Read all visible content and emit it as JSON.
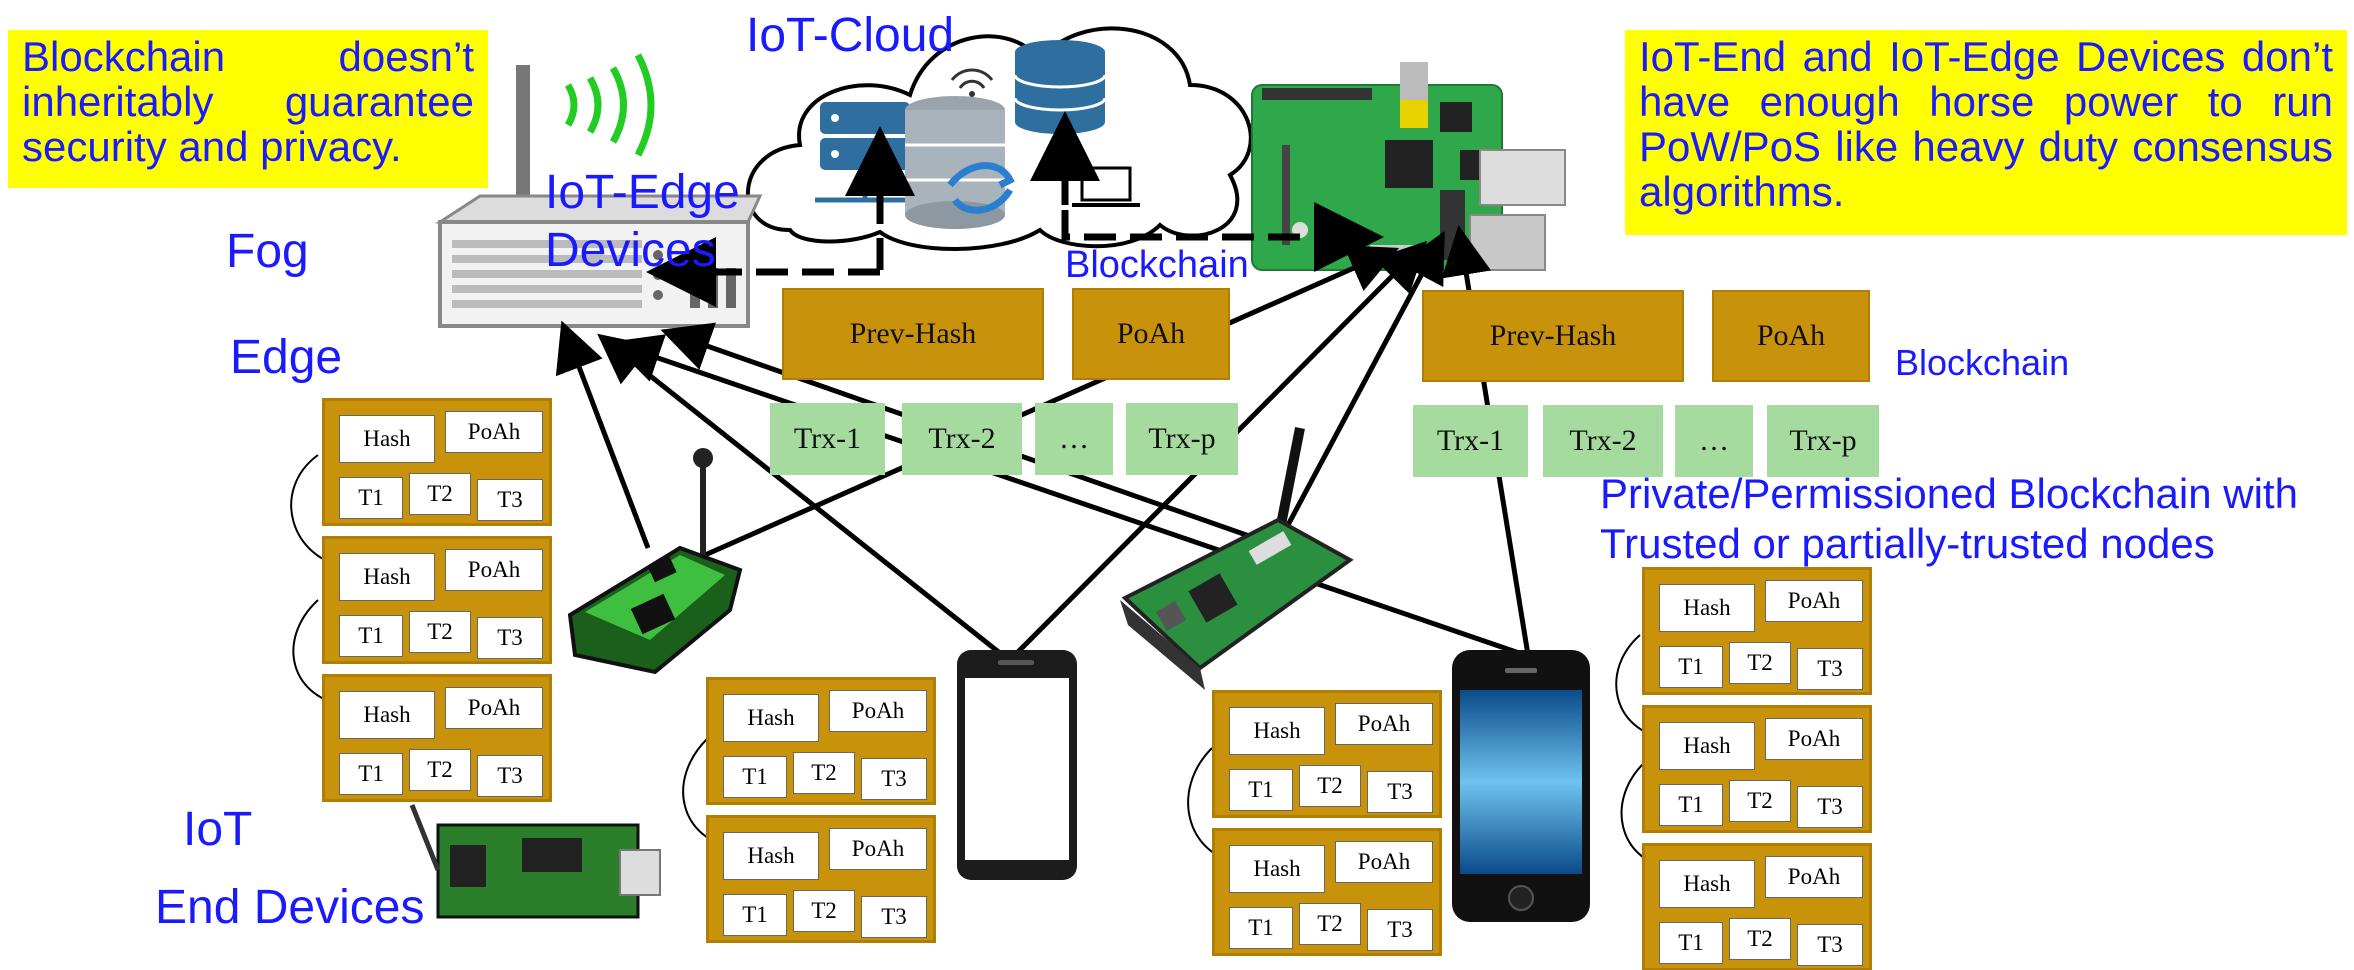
{
  "notes": {
    "security": "Blockchain doesn’t inheritably guarantee security and privacy.",
    "horsepower": "IoT-End and IoT-Edge Devices don’t have enough horse power to run PoW/PoS like heavy duty consensus algorithms."
  },
  "tiers": {
    "cloud": "IoT-Cloud",
    "edge_devices_line1": "IoT-Edge",
    "edge_devices_line2": "Devices",
    "fog": "Fog",
    "edge": "Edge",
    "iot": "IoT",
    "end_devices": "End Devices"
  },
  "labels": {
    "cloud_blockchain": "Blockchain",
    "right_blockchain": "Blockchain",
    "private_line1": "Private/Permissioned Blockchain with",
    "private_line2": "Trusted or partially-trusted nodes"
  },
  "chain_headers": {
    "left": {
      "prev_hash": "Prev-Hash",
      "poah": "PoAh",
      "trx": [
        "Trx-1",
        "Trx-2",
        "…",
        "Trx-p"
      ]
    },
    "right": {
      "prev_hash": "Prev-Hash",
      "poah": "PoAh",
      "trx": [
        "Trx-1",
        "Trx-2",
        "…",
        "Trx-p"
      ]
    }
  },
  "block": {
    "hash": "Hash",
    "poah": "PoAh",
    "t1": "T1",
    "t2": "T2",
    "t3": "T3"
  },
  "colors": {
    "note_bg": "#ffff00",
    "label_blue": "#1a1aff",
    "block_gold": "#c8920a",
    "trx_green": "#a6dba0"
  }
}
